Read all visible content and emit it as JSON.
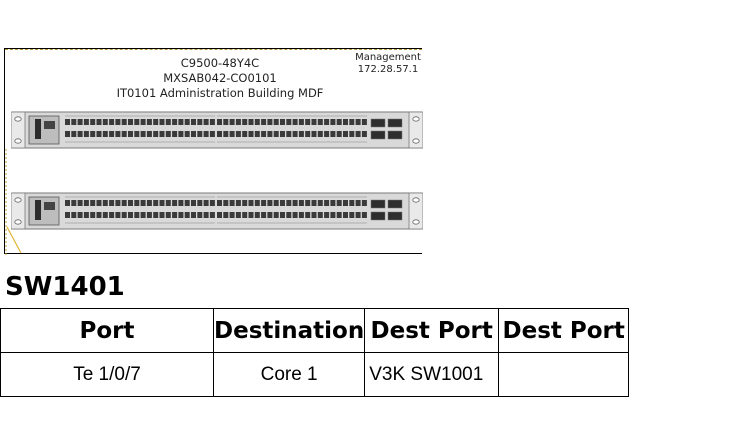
{
  "diagram": {
    "model": "C9500-48Y4C",
    "hostname": "MXSAB042-CO0101",
    "location": "IT0101 Administration Building MDF",
    "management_label": "Management",
    "management_ip": "172.28.57.1"
  },
  "switch_name": "SW1401",
  "table": {
    "headers": [
      "Port",
      "Destination",
      "Dest Port",
      "Dest Port"
    ],
    "rows": [
      [
        "Te 1/0/7",
        "Core 1",
        "V3K SW1001",
        ""
      ]
    ]
  },
  "colors": {
    "chassis_body": "#d9d9d9",
    "chassis_edge": "#7a7a7a",
    "port": "#3a3a3a",
    "cable": "#e2b437"
  }
}
